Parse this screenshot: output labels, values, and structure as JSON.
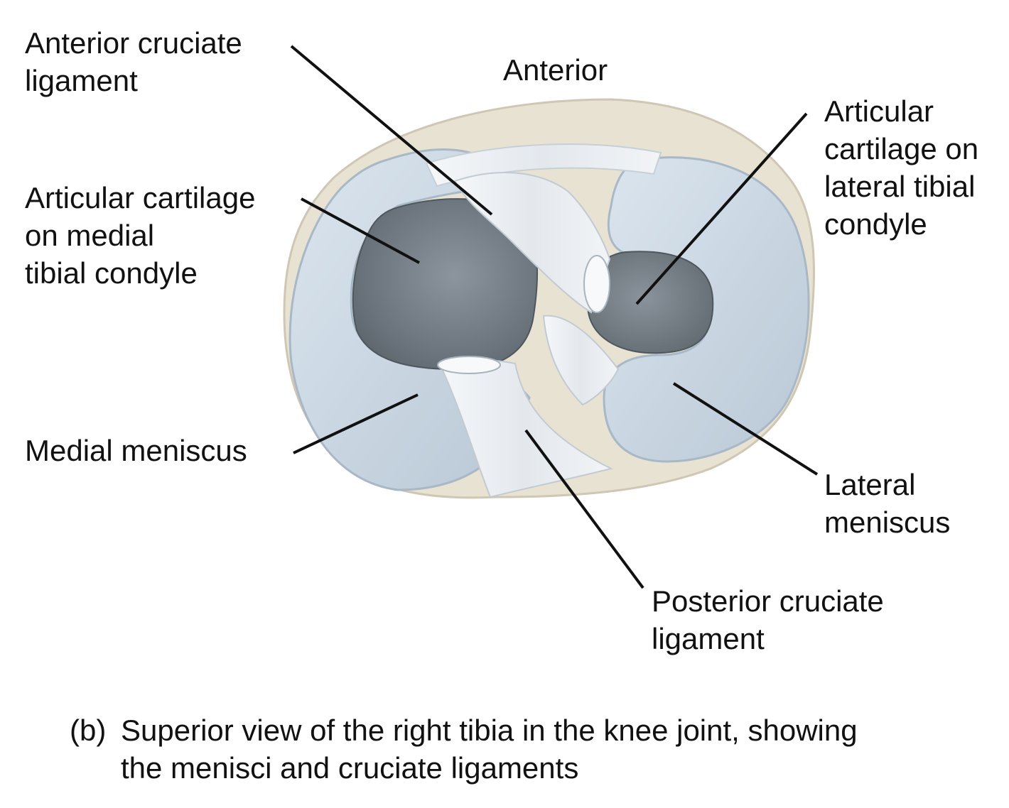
{
  "labels": {
    "acl": [
      "Anterior cruciate",
      "ligament"
    ],
    "anterior": [
      "Anterior"
    ],
    "cart_medial": [
      "Articular cartilage",
      "on medial",
      "tibial condyle"
    ],
    "cart_lateral": [
      "Articular",
      "cartilage on",
      "lateral tibial",
      "condyle"
    ],
    "medial_meniscus": [
      "Medial meniscus"
    ],
    "lateral_meniscus": [
      "Lateral",
      "meniscus"
    ],
    "pcl": [
      "Posterior cruciate",
      "ligament"
    ]
  },
  "caption": {
    "prefix": "(b)",
    "line1": "Superior view of the right tibia in the knee joint, showing",
    "line2": "the menisci and cruciate ligaments"
  },
  "colors": {
    "bone": "#e8e2d2",
    "meniscus": "#cfdbe6",
    "cartilage_dark": "#6f7880",
    "ligament": "#eef1f4",
    "leader": "#111111"
  }
}
